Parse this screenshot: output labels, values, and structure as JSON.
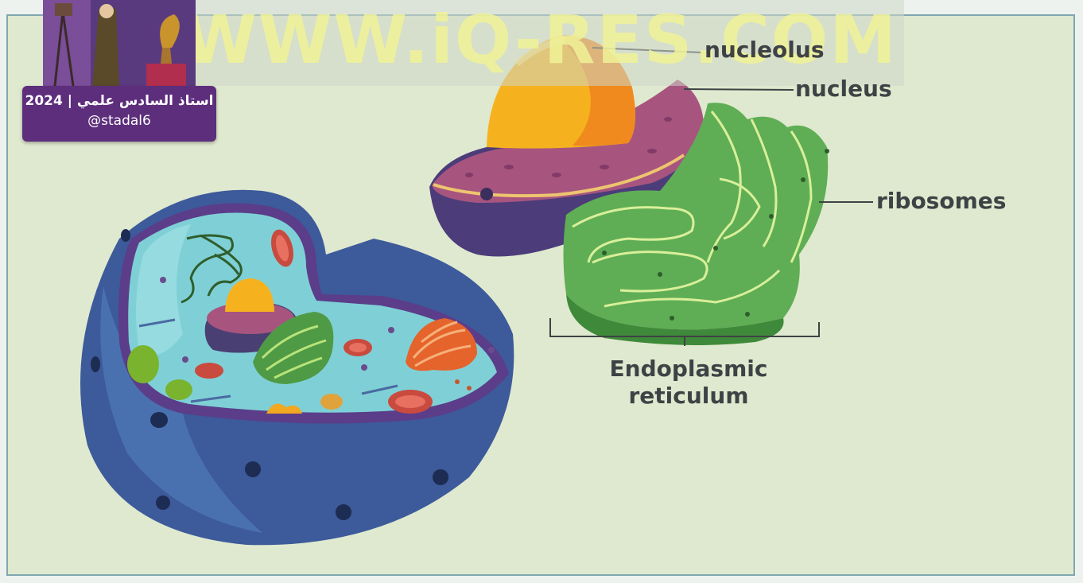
{
  "labels": {
    "nucleolus": "nucleolus",
    "nucleus": "nucleus",
    "ribosomes": "ribosomes",
    "er_line1": "Endoplasmic",
    "er_line2": "reticulum"
  },
  "watermark": "WWW.iQ-RES.COM",
  "badge": {
    "title": "استاذ السادس علمي | 2024",
    "handle": "@stadal6"
  },
  "colors": {
    "background": "#dfe9cf",
    "cell_membrane": "#3d5a9a",
    "cytoplasm": "#7fd0d6",
    "nucleus": "#a7557f",
    "nucleolus": "#f5b21e",
    "er": "#5fae55",
    "label_text": "#3f4245"
  }
}
